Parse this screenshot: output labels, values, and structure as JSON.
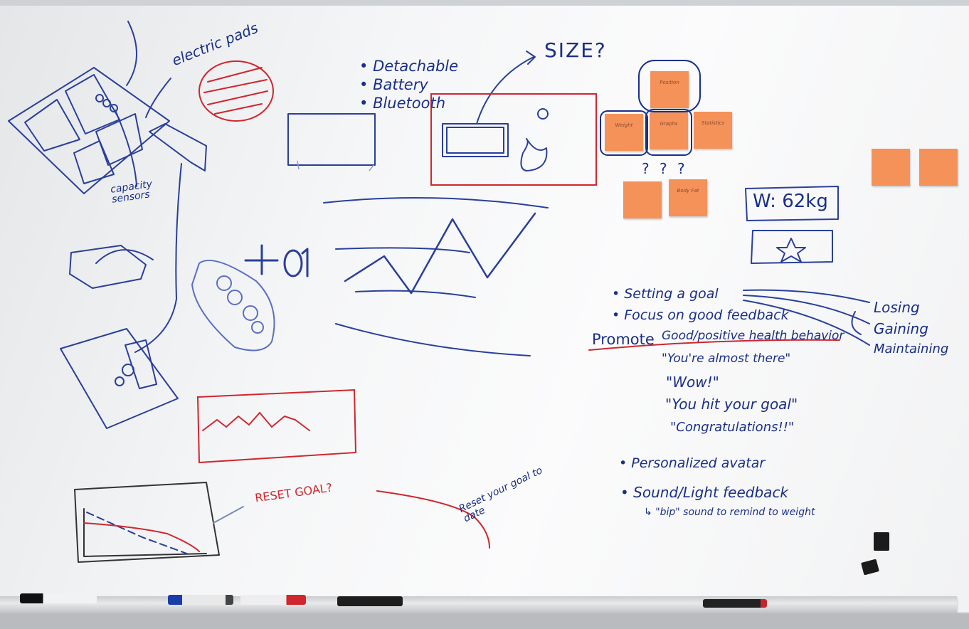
{
  "left_sketch": {
    "label_pads": "electric pads",
    "label_sensors": "capacity sensors"
  },
  "device_features": [
    "Detachable",
    "Battery",
    "Bluetooth"
  ],
  "size_note": "SIZE?",
  "increment": "+0.1",
  "stickies": [
    "Position",
    "Weight",
    "Graphs",
    "Statistics",
    "",
    "Body Fat",
    "",
    ""
  ],
  "question_marks": "? ? ?",
  "weight_display": "W: 62kg",
  "goals": {
    "bullets": [
      "Setting a goal",
      "Focus on good feedback"
    ],
    "outcomes": [
      "Losing",
      "Gaining",
      "Maintaining"
    ],
    "promote": "Promote",
    "promote_rest": "Good/positive health behavior",
    "phrases": [
      "\"You're almost there\"",
      "\"Wow!\"",
      "\"You hit your goal\"",
      "\"Congratulations!!\""
    ]
  },
  "extras": [
    "Personalized avatar",
    "Sound/Light feedback",
    "\"bip\" sound to remind to weight"
  ],
  "reset_goal": "RESET GOAL?",
  "reset_note": "Reset your goal to date",
  "colors": {
    "blue_ink": "#1b2f8a",
    "red_ink": "#d0262f",
    "sticky": "#f4925a"
  }
}
